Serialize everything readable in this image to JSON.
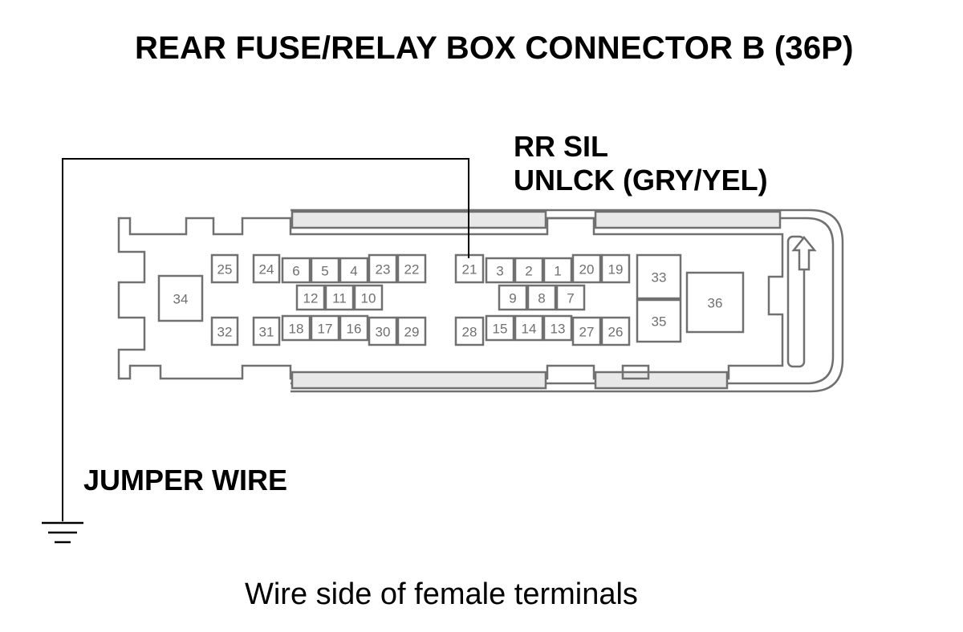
{
  "title": "REAR FUSE/RELAY BOX CONNECTOR B (36P)",
  "wire_label": {
    "line1": "RR SIL",
    "line2": "UNLCK (GRY/YEL)",
    "terminal": "21"
  },
  "jumper_label": "JUMPER WIRE",
  "footer": "Wire side of female terminals",
  "ground_symbol": "ground-icon",
  "connector_icon": "up-arrow-icon",
  "terminals": [
    "1",
    "2",
    "3",
    "4",
    "5",
    "6",
    "7",
    "8",
    "9",
    "10",
    "11",
    "12",
    "13",
    "14",
    "15",
    "16",
    "17",
    "18",
    "19",
    "20",
    "21",
    "22",
    "23",
    "24",
    "25",
    "26",
    "27",
    "28",
    "29",
    "30",
    "31",
    "32",
    "33",
    "34",
    "35",
    "36"
  ]
}
